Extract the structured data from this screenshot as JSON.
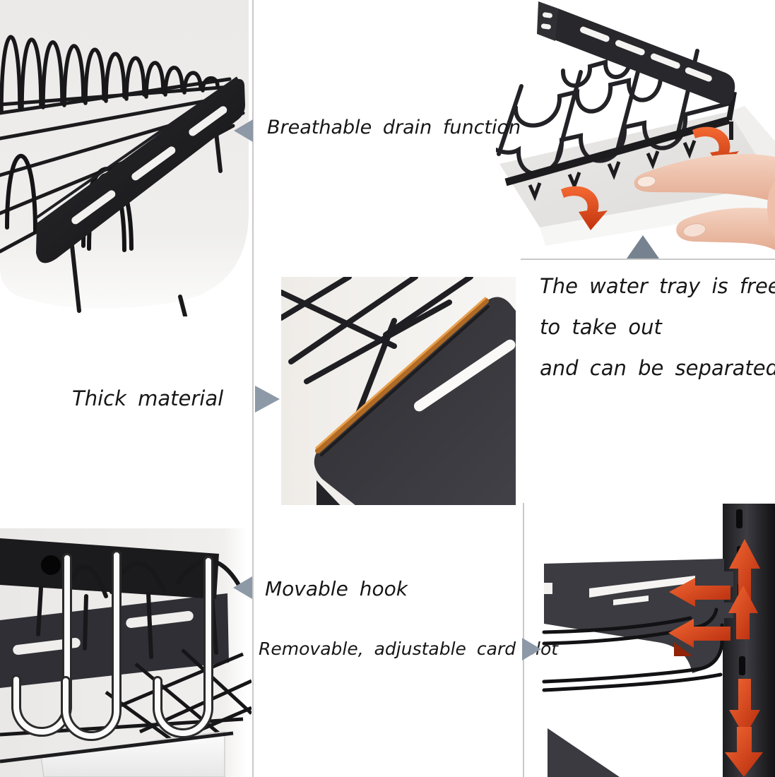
{
  "annotations": {
    "breathable": {
      "text": "Breathable drain function"
    },
    "water_tray": {
      "line1": "The water tray is free",
      "line2": "to take out",
      "line3": "and can be separated"
    },
    "thick": {
      "text": "Thick material"
    },
    "movable": {
      "text": "Movable hook"
    },
    "removable": {
      "text": "Removable, adjustable card slot"
    }
  },
  "panels": {
    "top_left": "dish-rack-wire-arches-photo",
    "top_right": "water-tray-pull-out-photo",
    "middle": "thick-material-closeup-photo",
    "bottom_left": "movable-hook-rack-photo",
    "bottom_right": "adjustable-card-slot-photo"
  },
  "colors": {
    "label_text": "#171717",
    "pointer_arrow_gray": "#8d99a6",
    "divider_line": "#c9c9c9",
    "photo_background": "#edecea",
    "metal_dark": "#242428",
    "edge_accent_orange": "#c87f2e",
    "motion_arrow_red": "#e04a16",
    "chrome_hook": "#f8f8f8",
    "skin": "#f0c9b5"
  }
}
